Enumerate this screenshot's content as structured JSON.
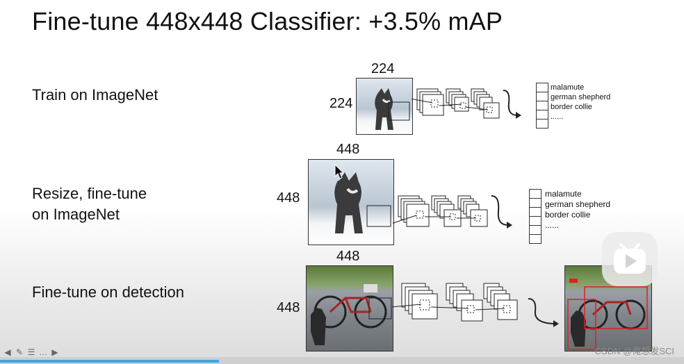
{
  "slide": {
    "title": "Fine-tune 448x448 Classifier: +3.5% mAP"
  },
  "rows": [
    {
      "label_lines": [
        "Train on ImageNet"
      ],
      "width_label": "224",
      "height_label": "224",
      "classes": [
        "malamute",
        "german shepherd",
        "border collie",
        "......"
      ]
    },
    {
      "label_lines": [
        "Resize, fine-tune",
        "on ImageNet"
      ],
      "width_label": "448",
      "height_label": "448",
      "classes": [
        "malamute",
        "german shepherd",
        "border collie",
        "......"
      ]
    },
    {
      "label_lines": [
        "Fine-tune on detection"
      ],
      "width_label": "448",
      "height_label": "448"
    }
  ],
  "player": {
    "watermark": "CSDN @俺想发SCI",
    "progress_percent": 32,
    "controls": [
      "back-icon",
      "pen-icon",
      "menu-icon",
      "more-icon",
      "forward-icon"
    ]
  },
  "colors": {
    "detection_box": "#e02020",
    "progress": "#3aa7e6"
  }
}
